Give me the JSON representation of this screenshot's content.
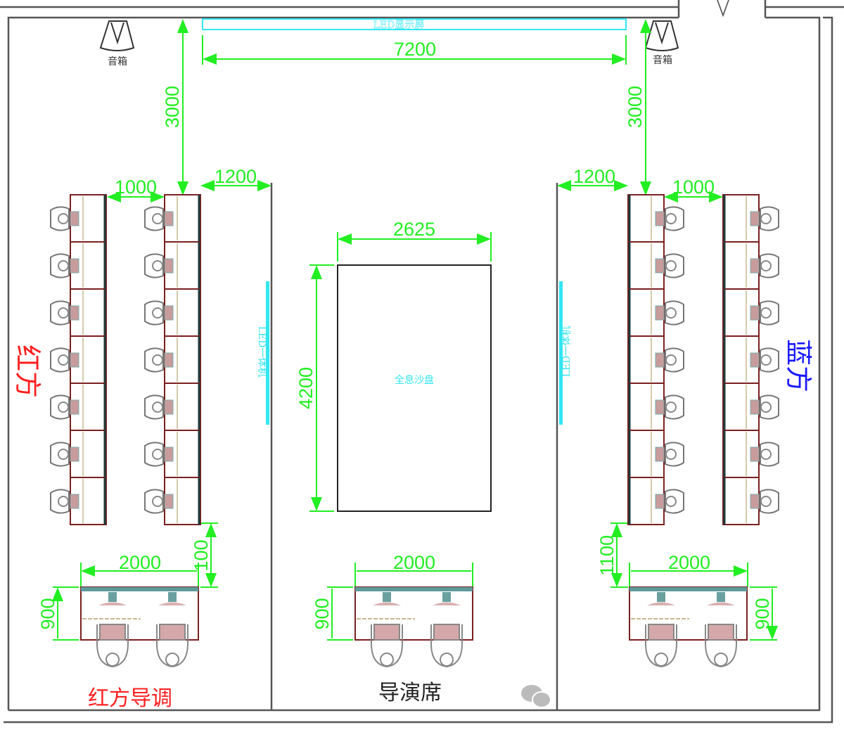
{
  "labels": {
    "led_top": "LED显示屏",
    "led_side_left": "LED一体机",
    "led_side_right": "LED一体机",
    "speaker_left": "音箱",
    "speaker_right": "音箱",
    "sand_table": "全息沙盘",
    "red_team": "红方",
    "blue_team": "蓝方",
    "red_director": "红方导调",
    "director_seat": "导演席"
  },
  "dimensions": {
    "led_width": "7200",
    "left_front_gap": "3000",
    "right_front_gap": "3000",
    "left_aisle": "1000",
    "left_wall_gap": "1200",
    "right_wall_gap": "1200",
    "right_aisle": "1000",
    "table_width": "2625",
    "table_length": "4200",
    "left_desk_width": "2000",
    "center_desk_width": "2000",
    "right_desk_width": "2000",
    "left_desk_depth": "900",
    "center_desk_depth": "900",
    "right_desk_depth": "900",
    "left_desk_gap": "100",
    "right_desk_gap": "1100"
  },
  "workstations_per_column": 7,
  "colors": {
    "dimension": "#22ee22",
    "led": "#33e6f0",
    "red_team": "#ff2020",
    "blue_team": "#1a1aff",
    "desk_edge": "#7a2020"
  },
  "icons": {
    "speaker": "speaker-icon",
    "chair": "chair-icon",
    "person": "person-icon",
    "watermark": "wechat-icon"
  }
}
